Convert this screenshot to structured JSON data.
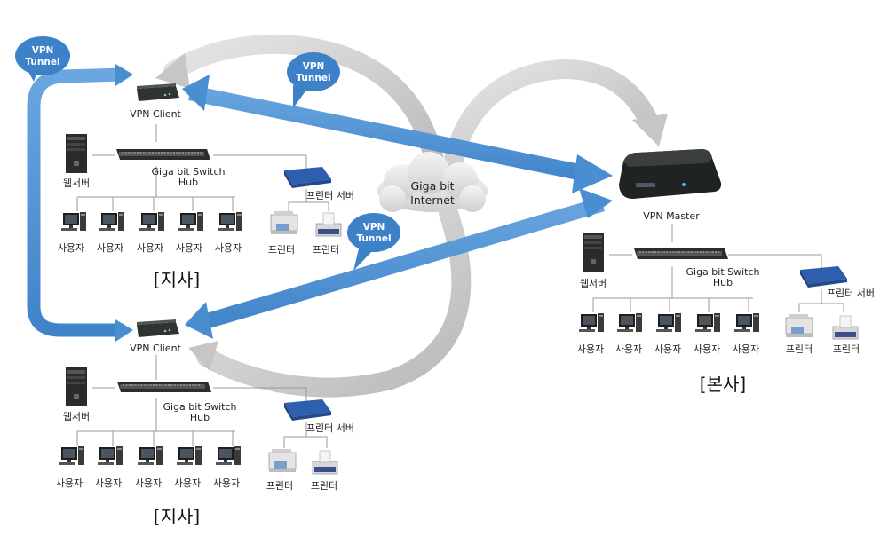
{
  "bubbles": {
    "vpn_tunnel_line1": "VPN",
    "vpn_tunnel_line2": "Tunnel"
  },
  "internet": {
    "line1": "Giga bit",
    "line2": "Internet"
  },
  "labels": {
    "vpn_client": "VPN Client",
    "vpn_master": "VPN Master",
    "switch_line1": "Giga bit Switch",
    "switch_line2": "Hub",
    "web_server": "웹서버",
    "printer_server": "프린터 서버",
    "printer": "프린터",
    "user": "사용자",
    "branch": "[지사]",
    "headquarters": "[본사]"
  },
  "colors": {
    "tunnel_blue": "#4a8ed2",
    "bubble_blue": "#3d82c8",
    "gray_arrow": "#c9c9c9",
    "line": "#999999",
    "device_dark": "#2b2b2b",
    "printer_server_blue": "#2e5faf"
  },
  "icons": [
    "vpn-router-icon",
    "switch-hub-icon",
    "tower-server-icon",
    "desktop-pc-icon",
    "print-server-icon",
    "printer-icon",
    "cloud-icon"
  ]
}
